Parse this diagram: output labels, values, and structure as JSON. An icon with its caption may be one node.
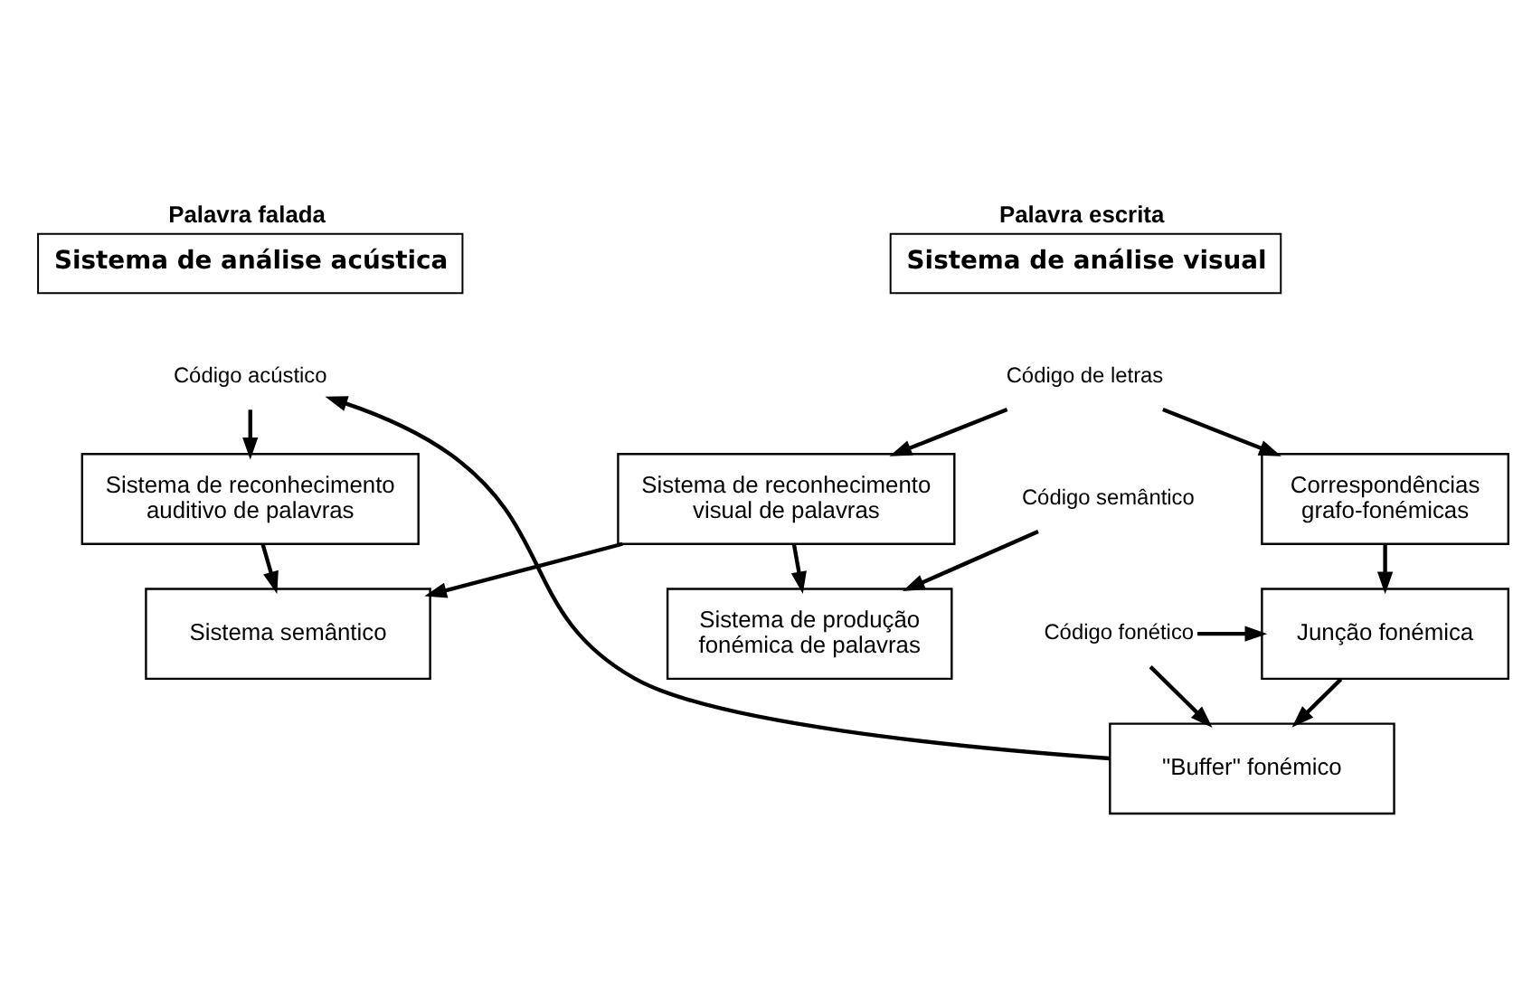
{
  "diagram": {
    "nodes": [
      {
        "text": [
          "Palavra falada",
          "Sistema de análise acústica"
        ]
      },
      {
        "text": [
          "Palavra escrita",
          "Sistema de análise visual"
        ]
      },
      {
        "text": [
          "Código acústico"
        ]
      },
      {
        "text": [
          "Código de letras"
        ]
      },
      {
        "text": [
          "Sistema de reconhecimento auditivo de palavras"
        ]
      },
      {
        "text": [
          "Sistema de reconhecimento visual de palavras"
        ]
      },
      {
        "text": [
          "Sistema semântico"
        ]
      },
      {
        "text": [
          "Código semântico"
        ]
      },
      {
        "text": [
          "Sistema de produção fonémica de palavras"
        ]
      },
      {
        "text": [
          "Correspondências grafo-fonémicas"
        ]
      },
      {
        "text": [
          "Código fonético"
        ]
      },
      {
        "text": [
          "Junção fonémica"
        ]
      },
      {
        "text": [
          "\"Buffer\" fonémico"
        ]
      }
    ],
    "edges": [
      {
        "from": 2,
        "to": 4,
        "arrow": "to"
      },
      {
        "from": 3,
        "to": 5,
        "arrow": "to"
      },
      {
        "from": 3,
        "to": 9,
        "arrow": "to"
      },
      {
        "from": 4,
        "to": 6,
        "arrow": "to"
      },
      {
        "from": 5,
        "to": 6,
        "arrow": "to"
      },
      {
        "from": 7,
        "to": 8,
        "arrow": "to"
      },
      {
        "from": 5,
        "to": 8,
        "arrow": "to"
      },
      {
        "from": 9,
        "to": 11,
        "arrow": "to"
      },
      {
        "from": 10,
        "to": 11,
        "arrow": "to"
      },
      {
        "from": 10,
        "to": 12,
        "arrow": "to"
      },
      {
        "from": 11,
        "to": 12,
        "arrow": "to"
      },
      {
        "from": 12,
        "to": 2,
        "arrow": "to"
      }
    ]
  }
}
